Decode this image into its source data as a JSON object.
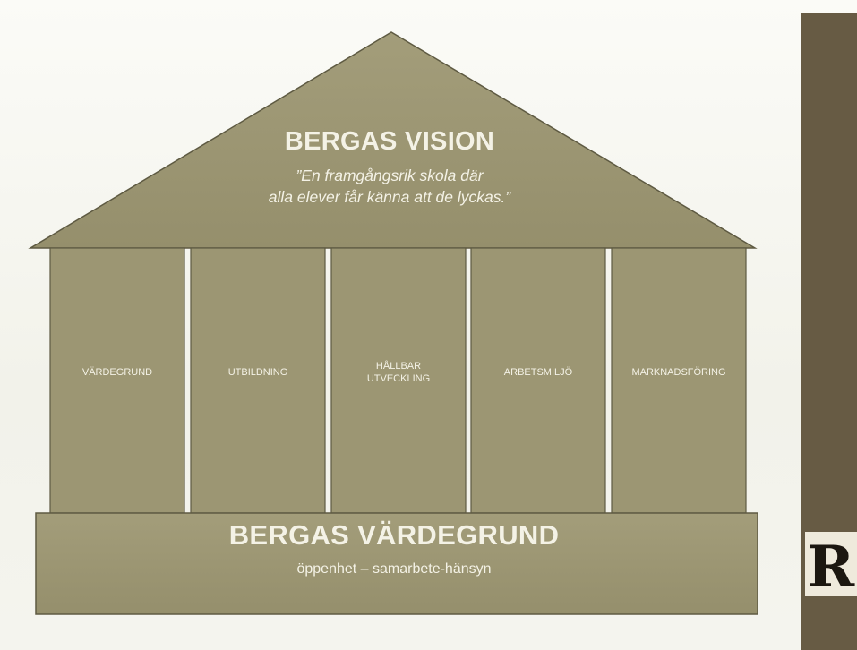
{
  "roof": {
    "title": "BERGAS VISION",
    "quote_line1": "”En framgångsrik skola där",
    "quote_line2": "alla elever får känna att de lyckas.”"
  },
  "pillars": [
    {
      "label": "VÄRDEGRUND"
    },
    {
      "label": "UTBILDNING"
    },
    {
      "label": "HÅLLBAR UTVECKLING"
    },
    {
      "label": "ARBETSMILJÖ"
    },
    {
      "label": "MARKNADSFÖRING"
    }
  ],
  "foundation": {
    "title": "BERGAS VÄRDEGRUND",
    "values": "öppenhet – samarbete-hänsyn"
  },
  "logo": {
    "letter": "R"
  },
  "colors": {
    "shape_fill": "#9c9673",
    "shape_stroke": "#5e5a42",
    "band": "#675b44",
    "text": "#f4f2e6"
  }
}
